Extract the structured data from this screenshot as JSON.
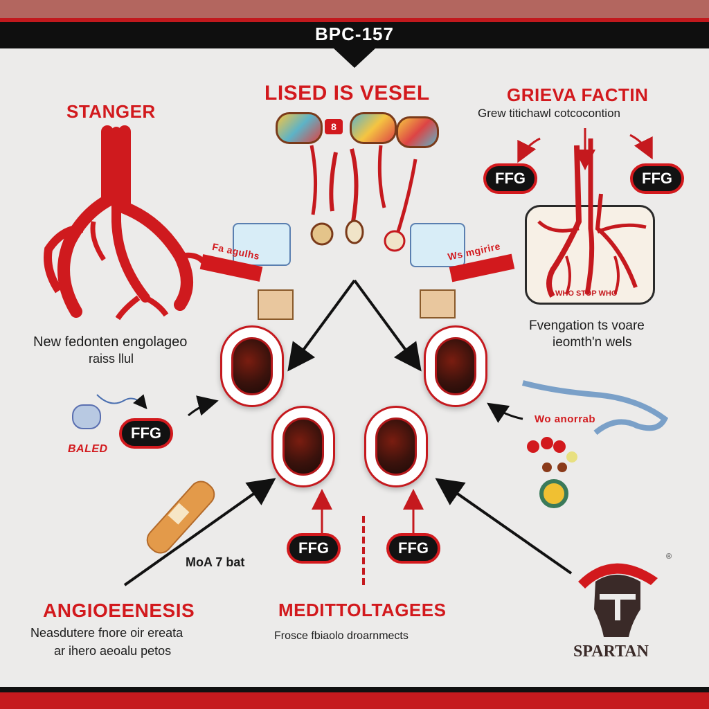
{
  "header": {
    "title": "BPC-157"
  },
  "sections": {
    "stanger": {
      "title": "STANGER",
      "caption_line1": "New fedonten engolageo",
      "caption_line2": "raiss llul"
    },
    "lised_vesel": {
      "title": "LISED IS VESEL",
      "wound_marker": "8"
    },
    "grieva": {
      "title": "GRIEVA FACTIN",
      "subtitle": "Grew titichawl cotcocontion",
      "panel_text": "WHO STOP WHO",
      "caption_line1": "Fvengation ts voare",
      "caption_line2": "ieomth'n wels"
    },
    "left_mid": {
      "label": "Fa agulhs",
      "small_label": "BALED",
      "ffg": "FFG"
    },
    "right_mid": {
      "label": "Wo anorrab",
      "alt_label": "Ws mgirire"
    },
    "angio": {
      "title": "ANGIOEENESIS",
      "line1": "Neasdutere fnore oir ereata",
      "line2": "ar ihero aeoalu petos"
    },
    "medi": {
      "title": "MEDITTOLTAGEES",
      "line1": "Frosce fbiaolo droarnmects"
    },
    "bottom_label": "MoA 7 bat",
    "ffg_labels": [
      "FFG",
      "FFG",
      "FFG",
      "FFG",
      "FFG"
    ],
    "brand": {
      "name": "SPARTAN",
      "mark": "®"
    }
  },
  "colors": {
    "accent_red": "#d2191d",
    "black": "#121212",
    "background": "#ecebea"
  }
}
